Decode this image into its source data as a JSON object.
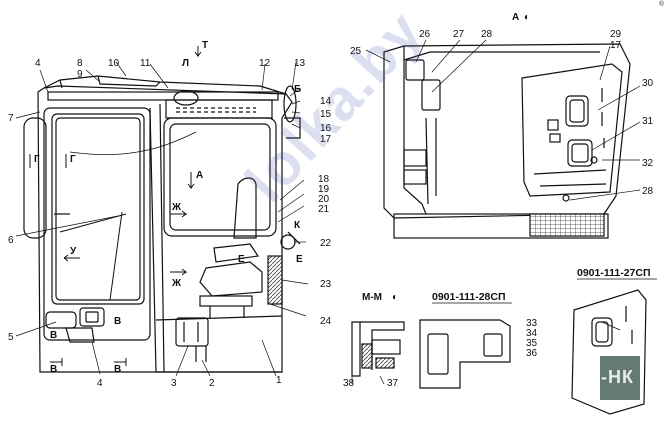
{
  "corner_mark": "®",
  "view_labels": {
    "view_a": "А",
    "section_mm": "М-М",
    "rotation_symbol": "◐"
  },
  "drawing_codes": [
    "0901-111-27СП",
    "0901-111-28СП"
  ],
  "callouts": [
    "1",
    "2",
    "3",
    "4",
    "4",
    "5",
    "6",
    "7",
    "8",
    "9",
    "10",
    "11",
    "12",
    "13",
    "14",
    "15",
    "16",
    "17",
    "18",
    "19",
    "20",
    "21",
    "22",
    "23",
    "24",
    "25",
    "26",
    "27",
    "28",
    "28",
    "29",
    "17",
    "30",
    "31",
    "32",
    "33",
    "34",
    "35",
    "36",
    "37",
    "38"
  ],
  "view_marks": {
    "t": "Т",
    "l": "Л",
    "b_cyr": "Б",
    "k": "К",
    "g": "Г",
    "a": "А",
    "zh": "Ж",
    "e": "Е",
    "u": "У",
    "v": "В"
  },
  "watermark": {
    "site": "lolka.by",
    "brand": "АГРО-НК"
  },
  "colors": {
    "line": "#111111",
    "hatch": "#555555",
    "watermark": "#3c50aa"
  }
}
